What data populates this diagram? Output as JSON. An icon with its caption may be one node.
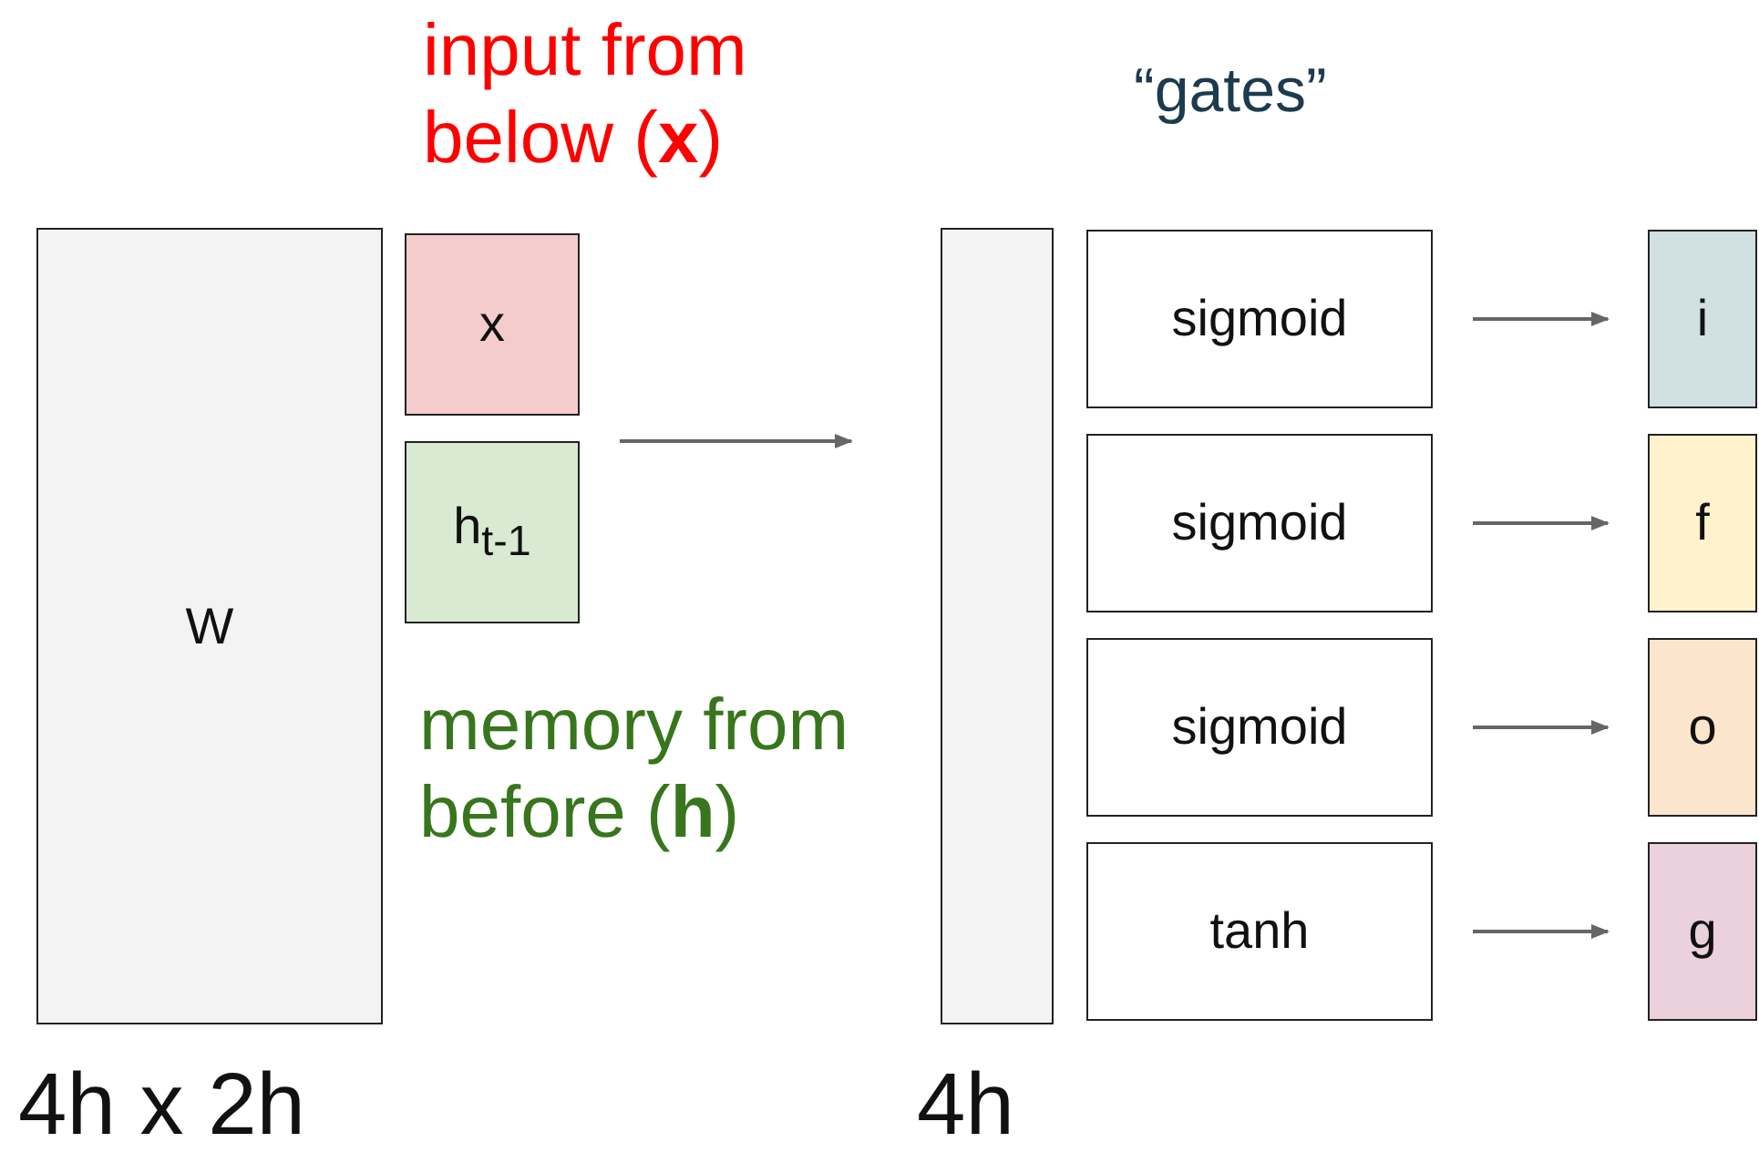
{
  "diagram": {
    "nodes": [
      {
        "text": [
          "W"
        ],
        "beside": [
          "4h x 2h"
        ]
      },
      {
        "text": [
          "x"
        ],
        "beside": [
          "input from below (**x**)"
        ]
      },
      {
        "text": [
          "h$_{t-1}$"
        ],
        "beside": [
          "memory from before (**h**)"
        ]
      },
      {
        "text": [],
        "shape": "bar",
        "beside": [
          "4h"
        ]
      },
      {
        "text": [
          "sigmoid"
        ]
      },
      {
        "text": [
          "sigmoid"
        ]
      },
      {
        "text": [
          "sigmoid"
        ]
      },
      {
        "text": [
          "tanh"
        ]
      },
      {
        "text": [
          "i"
        ]
      },
      {
        "text": [
          "f"
        ]
      },
      {
        "text": [
          "o"
        ]
      },
      {
        "text": [
          "g"
        ]
      }
    ],
    "edges": [
      {
        "from": null,
        "to": 3,
        "arrow": "to"
      },
      {
        "from": 4,
        "to": 8,
        "arrow": "to"
      },
      {
        "from": 5,
        "to": 9,
        "arrow": "to"
      },
      {
        "from": 6,
        "to": 10,
        "arrow": "to"
      },
      {
        "from": 7,
        "to": 11,
        "arrow": "to"
      }
    ],
    "labels": [
      "“gates”"
    ]
  }
}
